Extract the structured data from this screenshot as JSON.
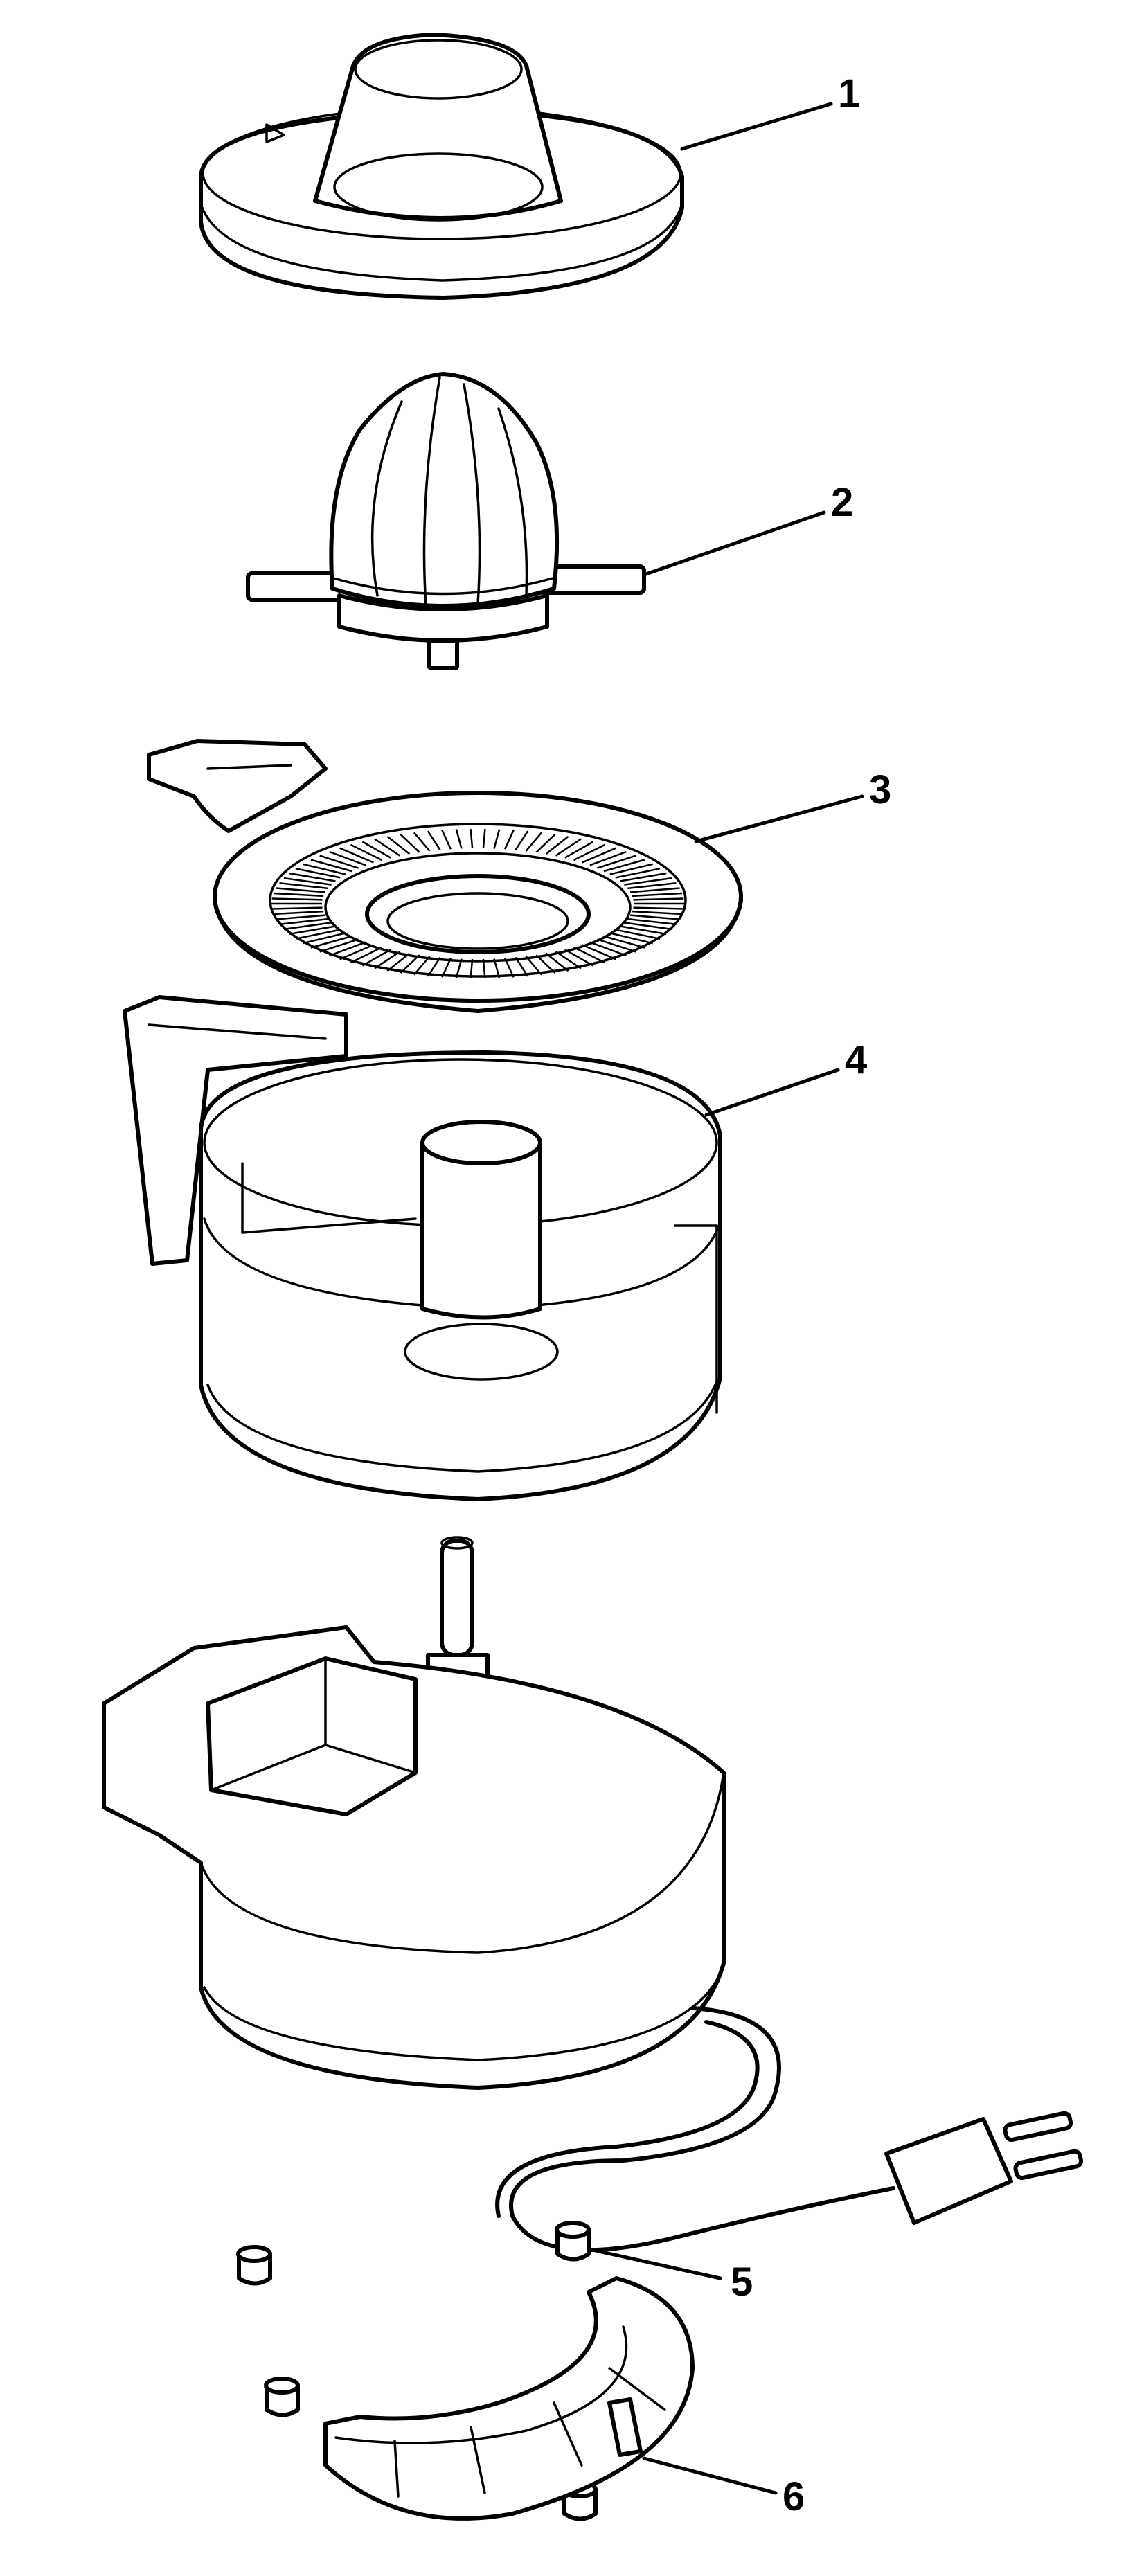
{
  "callouts": [
    {
      "id": "part-1",
      "label": "1"
    },
    {
      "id": "part-2",
      "label": "2"
    },
    {
      "id": "part-3",
      "label": "3"
    },
    {
      "id": "part-4",
      "label": "4"
    },
    {
      "id": "part-5",
      "label": "5"
    },
    {
      "id": "part-6",
      "label": "6"
    }
  ],
  "colors": {
    "line": "#000000",
    "background": "#ffffff"
  }
}
